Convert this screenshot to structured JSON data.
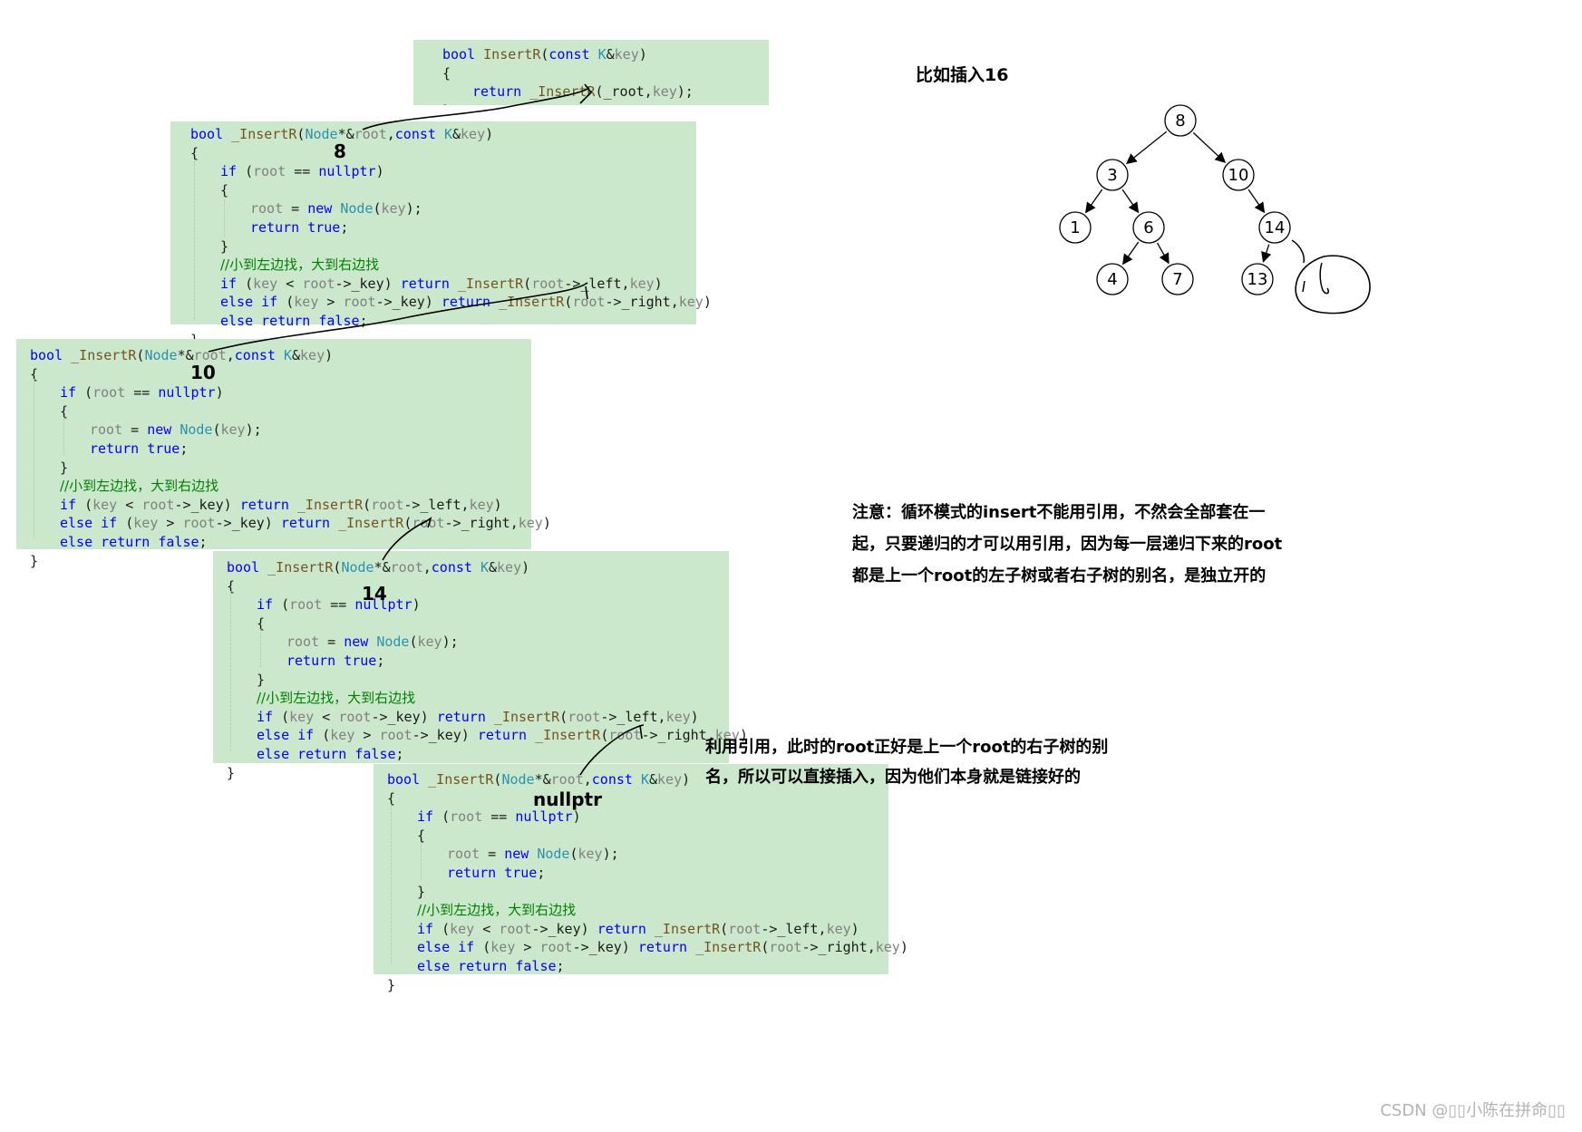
{
  "title": "比如插入16",
  "top_snippet": {
    "lines": [
      [
        [
          "kw",
          "bool"
        ],
        [
          "",
          ""
        ],
        [
          "fn",
          "InsertR"
        ],
        [
          "",
          "("
        ],
        [
          "kw",
          "const"
        ],
        [
          "",
          ""
        ],
        [
          "ty",
          "K"
        ],
        [
          "",
          "&"
        ],
        [
          "var",
          "key"
        ],
        [
          "",
          ")"
        ]
      ],
      [
        [
          "",
          "{"
        ]
      ],
      [
        [
          "kw",
          "return"
        ],
        [
          "",
          ""
        ],
        [
          "fn",
          "_InsertR"
        ],
        [
          "",
          "("
        ],
        [
          "",
          "_root"
        ],
        [
          "",
          ","
        ],
        [
          "var",
          "key"
        ],
        [
          "",
          ");"
        ]
      ],
      [
        [
          "",
          "}"
        ]
      ]
    ]
  },
  "function_lines": [
    [
      [
        "kw",
        "bool"
      ],
      [
        "",
        ""
      ],
      [
        "fn",
        "_InsertR"
      ],
      [
        "",
        "("
      ],
      [
        "ty",
        "Node"
      ],
      [
        "",
        "*&"
      ],
      [
        "var",
        "root"
      ],
      [
        "",
        ","
      ],
      [
        "kw",
        "const"
      ],
      [
        "",
        ""
      ],
      [
        "ty",
        "K"
      ],
      [
        "",
        "&"
      ],
      [
        "var",
        "key"
      ],
      [
        "",
        ")"
      ]
    ],
    [
      [
        "",
        "{"
      ]
    ],
    [
      [
        "kw",
        "if"
      ],
      [
        "",
        " ("
      ],
      [
        "var",
        "root"
      ],
      [
        "",
        " == "
      ],
      [
        "kw",
        "nullptr"
      ],
      [
        "",
        ")"
      ]
    ],
    [
      [
        "",
        "{"
      ]
    ],
    [
      [
        "var",
        "root"
      ],
      [
        "",
        " = "
      ],
      [
        "kw",
        "new"
      ],
      [
        "",
        ""
      ],
      [
        "ty",
        "Node"
      ],
      [
        "",
        "("
      ],
      [
        "var",
        "key"
      ],
      [
        "",
        ");"
      ]
    ],
    [
      [
        "kw",
        "return"
      ],
      [
        "",
        ""
      ],
      [
        "kw",
        "true"
      ],
      [
        "",
        ";"
      ]
    ],
    [
      [
        "",
        "}"
      ]
    ],
    [
      [
        "cm",
        "//小到左边找，大到右边找"
      ]
    ],
    [
      [
        "kw",
        "if"
      ],
      [
        "",
        " ("
      ],
      [
        "var",
        "key"
      ],
      [
        "",
        " < "
      ],
      [
        "var",
        "root"
      ],
      [
        "",
        "->_key) "
      ],
      [
        "kw",
        "return"
      ],
      [
        "",
        ""
      ],
      [
        "fn",
        "_InsertR"
      ],
      [
        "",
        "("
      ],
      [
        "var",
        "root"
      ],
      [
        "",
        "->_left,"
      ],
      [
        "var",
        "key"
      ],
      [
        "",
        ")"
      ]
    ],
    [
      [
        "kw",
        "else"
      ],
      [
        "",
        ""
      ],
      [
        "kw",
        "if"
      ],
      [
        "",
        " ("
      ],
      [
        "var",
        "key"
      ],
      [
        "",
        " > "
      ],
      [
        "var",
        "root"
      ],
      [
        "",
        "->_key) "
      ],
      [
        "kw",
        "return"
      ],
      [
        "",
        ""
      ],
      [
        "fn",
        "_InsertR"
      ],
      [
        "",
        "("
      ],
      [
        "var",
        "root"
      ],
      [
        "",
        "->_right,"
      ],
      [
        "var",
        "key"
      ],
      [
        "",
        ")"
      ]
    ],
    [
      [
        "kw",
        "else"
      ],
      [
        "",
        ""
      ],
      [
        "kw",
        "return"
      ],
      [
        "",
        ""
      ],
      [
        "kw",
        "false"
      ],
      [
        "",
        ";"
      ]
    ],
    [
      [
        "",
        "}"
      ]
    ]
  ],
  "call_labels": [
    "8",
    "10",
    "14",
    "nullptr"
  ],
  "tree": {
    "nodes": [
      {
        "label": "8"
      },
      {
        "label": "3"
      },
      {
        "label": "10"
      },
      {
        "label": "1"
      },
      {
        "label": "6"
      },
      {
        "label": "14"
      },
      {
        "label": "4"
      },
      {
        "label": "7"
      },
      {
        "label": "13"
      }
    ]
  },
  "note_loop": {
    "lines": [
      "注意：循环模式的insert不能用引用，不然会全部套在一",
      "起，只要递归的才可以用引用，因为每一层递归下来的root",
      "都是上一个root的左子树或者右子树的别名，是独立开的"
    ]
  },
  "note_ref": {
    "lines": [
      "利用引用，此时的root正好是上一个root的右子树的别",
      "名，所以可以直接插入，因为他们本身就是链接好的"
    ]
  },
  "watermark": "CSDN @▯▯小陈在拼命▯▯"
}
